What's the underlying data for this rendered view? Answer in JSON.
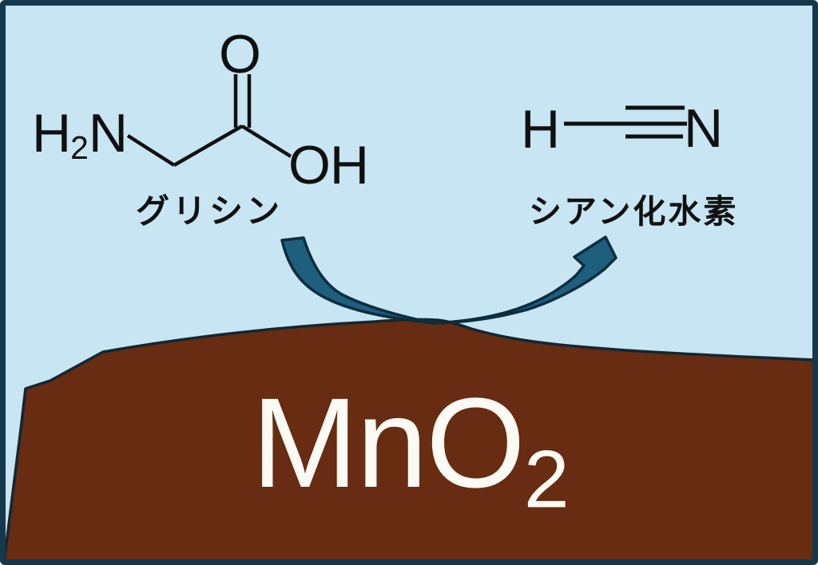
{
  "colors": {
    "bg": "#c7e5f3",
    "frame": "#16384c",
    "surface-brown": "#672c11",
    "surface-outline": "#132731",
    "arrow-fill": "#1f5f7e",
    "arrow-outline": "#0d2c3d",
    "ink": "#101010",
    "formula-white": "#fbfaf4"
  },
  "reactant": {
    "name_label": "グリシン",
    "formula": {
      "amine_h": "H",
      "amine_sub": "2",
      "amine_n": "N",
      "carbonyl_o": "O",
      "hydroxyl": "OH"
    }
  },
  "product": {
    "name_label": "シアン化水素",
    "formula": {
      "h": "H",
      "n": "N"
    }
  },
  "catalyst": {
    "formula_main": "MnO",
    "formula_subscript": "2"
  }
}
